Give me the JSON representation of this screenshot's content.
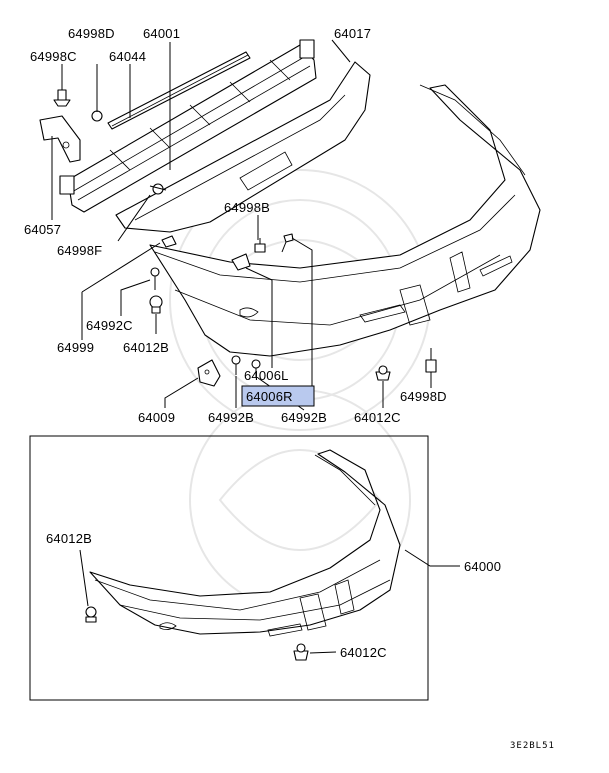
{
  "labels": {
    "p64998D_top": "64998D",
    "p64001": "64001",
    "p64017": "64017",
    "p64998C": "64998C",
    "p64044": "64044",
    "p64057": "64057",
    "p64998B_top": "64998B",
    "p64998F": "64998F",
    "p64992C": "64992C",
    "p64999": "64999",
    "p64012B_mid": "64012B",
    "p64006L": "64006L",
    "p64006R": "64006R",
    "p64009": "64009",
    "p64992B_a": "64992B",
    "p64992B_b": "64992B",
    "p64012C_mid": "64012C",
    "p64998D_bot": "64998D",
    "p64012B_box": "64012B",
    "p64000": "64000",
    "p64012C_box": "64012C"
  },
  "highlight": {
    "part": "64006R",
    "color": "#b9c9ee"
  },
  "diagram_code": "3E2BL51"
}
